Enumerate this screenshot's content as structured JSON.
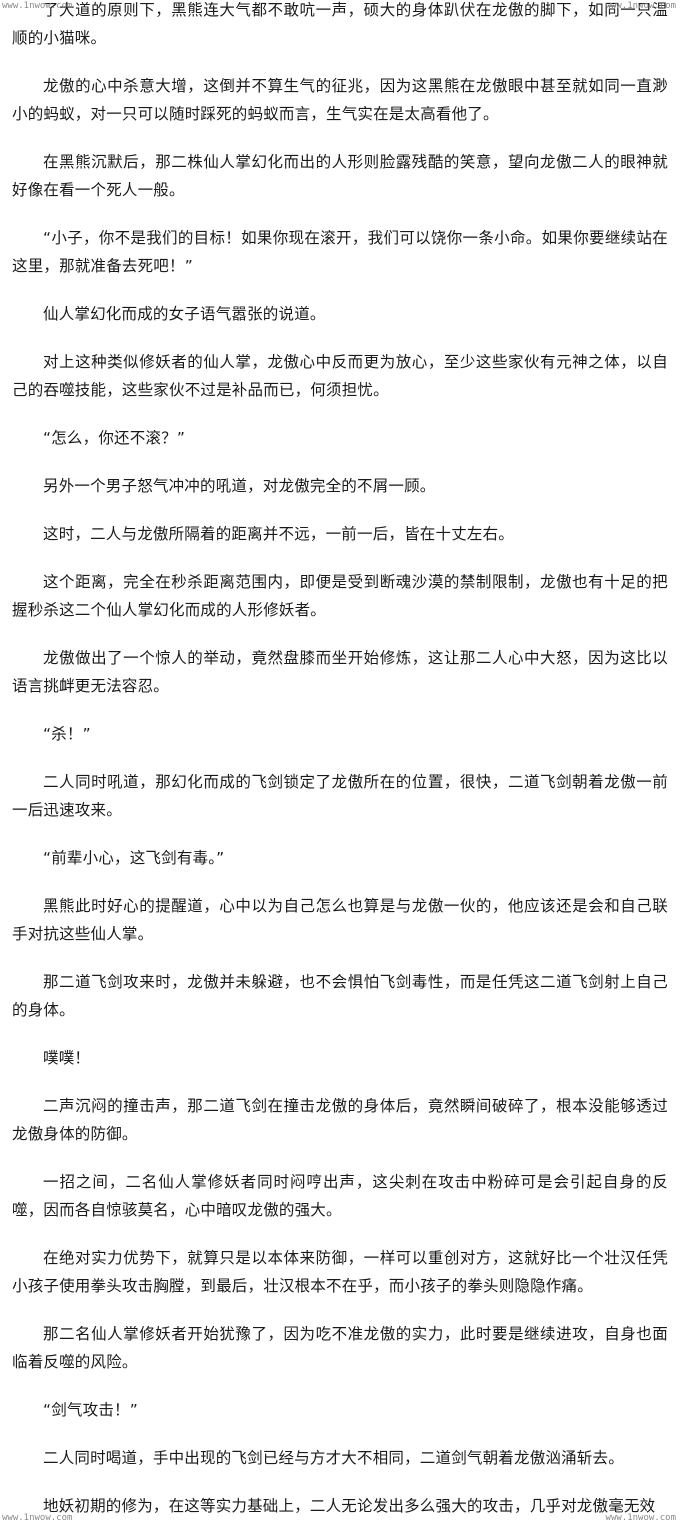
{
  "watermark": {
    "site": "www.1nwow.com"
  },
  "paragraphs": [
    "了大道的原则下，黑熊连大气都不敢吭一声，硕大的身体趴伏在龙傲的脚下，如同一只温顺的小猫咪。",
    "龙傲的心中杀意大增，这倒并不算生气的征兆，因为这黑熊在龙傲眼中甚至就如同一直渺小的蚂蚁，对一只可以随时踩死的蚂蚁而言，生气实在是太高看他了。",
    "在黑熊沉默后，那二株仙人掌幻化而出的人形则脸露残酷的笑意，望向龙傲二人的眼神就好像在看一个死人一般。",
    "“小子，你不是我们的目标！如果你现在滚开，我们可以饶你一条小命。如果你要继续站在这里，那就准备去死吧！”",
    "仙人掌幻化而成的女子语气嚣张的说道。",
    "对上这种类似修妖者的仙人掌，龙傲心中反而更为放心，至少这些家伙有元神之体，以自己的吞噬技能，这些家伙不过是补品而已，何须担忧。",
    "“怎么，你还不滚？”",
    "另外一个男子怒气冲冲的吼道，对龙傲完全的不屑一顾。",
    "这时，二人与龙傲所隔着的距离并不远，一前一后，皆在十丈左右。",
    "这个距离，完全在秒杀距离范围内，即便是受到断魂沙漠的禁制限制，龙傲也有十足的把握秒杀这二个仙人掌幻化而成的人形修妖者。",
    "龙傲做出了一个惊人的举动，竟然盘膝而坐开始修炼，这让那二人心中大怒，因为这比以语言挑衅更无法容忍。",
    "“杀！”",
    "二人同时吼道，那幻化而成的飞剑锁定了龙傲所在的位置，很快，二道飞剑朝着龙傲一前一后迅速攻来。",
    "“前辈小心，这飞剑有毒。”",
    "黑熊此时好心的提醒道，心中以为自己怎么也算是与龙傲一伙的，他应该还是会和自己联手对抗这些仙人掌。",
    "那二道飞剑攻来时，龙傲并未躲避，也不会惧怕飞剑毒性，而是任凭这二道飞剑射上自己的身体。",
    "噗噗！",
    "二声沉闷的撞击声，那二道飞剑在撞击龙傲的身体后，竟然瞬间破碎了，根本没能够透过龙傲身体的防御。",
    "一招之间，二名仙人掌修妖者同时闷哼出声，这尖刺在攻击中粉碎可是会引起自身的反噬，因而各自惊骇莫名，心中暗叹龙傲的强大。",
    "在绝对实力优势下，就算只是以本体来防御，一样可以重创对方，这就好比一个壮汉任凭小孩子使用拳头攻击胸膛，到最后，壮汉根本不在乎，而小孩子的拳头则隐隐作痛。",
    "那二名仙人掌修妖者开始犹豫了，因为吃不准龙傲的实力，此时要是继续进攻，自身也面临着反噬的风险。",
    "“剑气攻击！”",
    "二人同时喝道，手中出现的飞剑已经与方才大不相同，二道剑气朝着龙傲汹涌斩去。",
    "地妖初期的修为，在这等实力基础上，二人无论发出多么强大的攻击，几乎对龙傲毫无效"
  ]
}
